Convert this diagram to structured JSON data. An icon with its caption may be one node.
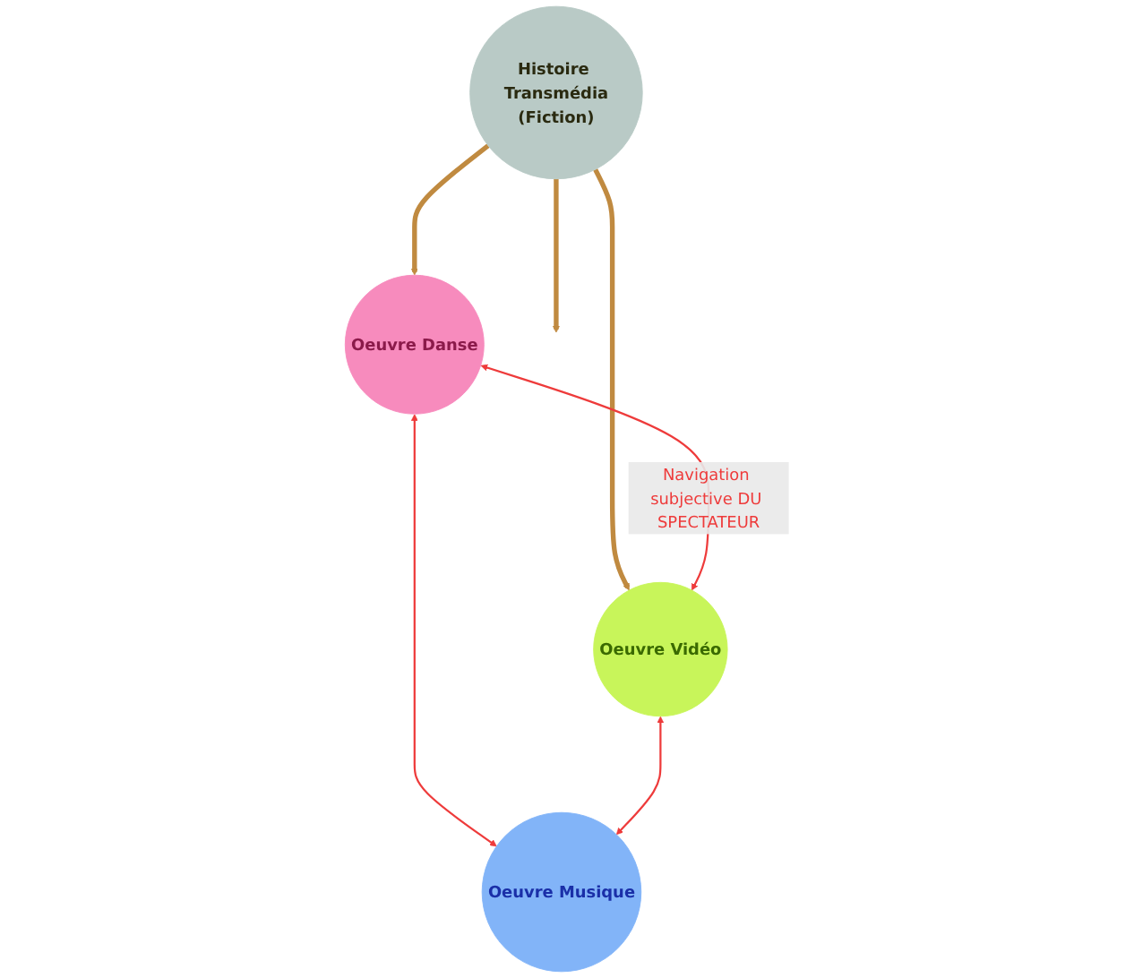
{
  "diagram": {
    "nodes": [
      {
        "text": [
          "Histoire Transmédia",
          "(Fiction)"
        ]
      },
      {
        "text": [
          "Oeuvre Danse"
        ]
      },
      {
        "text": [
          "Oeuvre Vidéo"
        ]
      },
      {
        "text": [
          "Oeuvre Musique"
        ]
      }
    ],
    "edges": [
      {
        "from": 0,
        "to": 1,
        "arrow": "to",
        "style": "thick",
        "color": "#c08a40"
      },
      {
        "from": 0,
        "to": null,
        "arrow": "to",
        "style": "thick",
        "color": "#c08a40"
      },
      {
        "from": 0,
        "to": 2,
        "arrow": "to",
        "style": "thick",
        "color": "#c08a40"
      },
      {
        "from": 1,
        "to": 2,
        "arrow": "both",
        "label": "Navigation subjective DU SPECTATEUR",
        "color": "#ee3b3b"
      },
      {
        "from": 1,
        "to": 3,
        "arrow": "both",
        "color": "#ee3b3b"
      },
      {
        "from": 2,
        "to": 3,
        "arrow": "both",
        "color": "#ee3b3b"
      }
    ]
  }
}
